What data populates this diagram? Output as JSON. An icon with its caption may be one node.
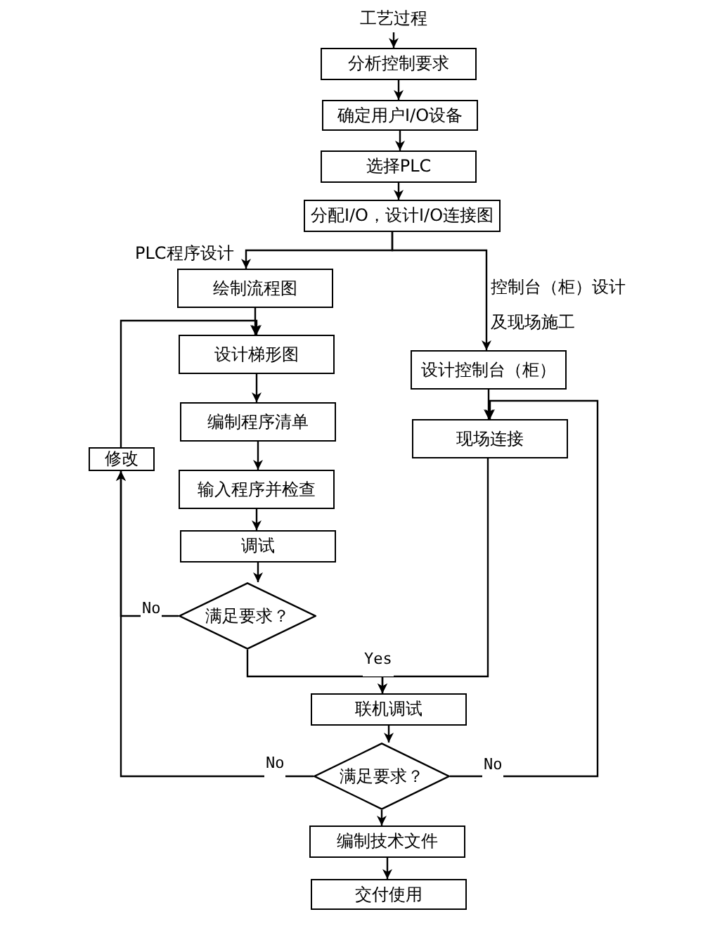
{
  "diagram": {
    "nodes": [
      {
        "text": [
          "工艺过程"
        ]
      },
      {
        "text": [
          "分析控制要求"
        ]
      },
      {
        "text": [
          "确定用户I/O设备"
        ]
      },
      {
        "text": [
          "选择PLC"
        ]
      },
      {
        "text": [
          "分配I/O，设计I/O连接图"
        ]
      },
      {
        "text": [
          "绘制流程图"
        ]
      },
      {
        "text": [
          "设计梯形图"
        ]
      },
      {
        "text": [
          "编制程序清单"
        ]
      },
      {
        "text": [
          "输入程序并检查"
        ]
      },
      {
        "text": [
          "调试"
        ]
      },
      {
        "text": [
          "满足要求？"
        ]
      },
      {
        "text": [
          "修改"
        ]
      },
      {
        "text": [
          "设计控制台（柜）"
        ]
      },
      {
        "text": [
          "现场连接"
        ]
      },
      {
        "text": [
          "联机调试"
        ]
      },
      {
        "text": [
          "满足要求？"
        ]
      },
      {
        "text": [
          "编制技术文件"
        ]
      },
      {
        "text": [
          "交付使用"
        ]
      }
    ],
    "edges": [
      {
        "from": 0,
        "to": 1,
        "arrow": "to"
      },
      {
        "from": 1,
        "to": 2,
        "arrow": "to"
      },
      {
        "from": 2,
        "to": 3,
        "arrow": "to"
      },
      {
        "from": 3,
        "to": 4,
        "arrow": "to"
      },
      {
        "from": 4,
        "to": 5,
        "arrow": "to",
        "label": "PLC程序设计"
      },
      {
        "from": 4,
        "to": 12,
        "arrow": "to",
        "label": "控制台（柜）设计及现场施工"
      },
      {
        "from": 5,
        "to": 6,
        "arrow": "to"
      },
      {
        "from": 6,
        "to": 7,
        "arrow": "to"
      },
      {
        "from": 7,
        "to": 8,
        "arrow": "to"
      },
      {
        "from": 8,
        "to": 9,
        "arrow": "to"
      },
      {
        "from": 9,
        "to": 10,
        "arrow": "to"
      },
      {
        "from": 10,
        "to": 11,
        "arrow": "to",
        "label": "No"
      },
      {
        "from": 11,
        "to": 6,
        "arrow": "to"
      },
      {
        "from": 10,
        "to": 14,
        "arrow": "to",
        "label": "Yes"
      },
      {
        "from": 12,
        "to": 13,
        "arrow": "to"
      },
      {
        "from": 13,
        "to": 14,
        "arrow": "to"
      },
      {
        "from": 14,
        "to": 15,
        "arrow": "to"
      },
      {
        "from": 15,
        "to": 11,
        "arrow": "to",
        "label": "No"
      },
      {
        "from": 15,
        "to": 13,
        "arrow": "to",
        "label": "No"
      },
      {
        "from": 15,
        "to": 16,
        "arrow": "to"
      },
      {
        "from": 16,
        "to": 17,
        "arrow": "to"
      }
    ]
  }
}
